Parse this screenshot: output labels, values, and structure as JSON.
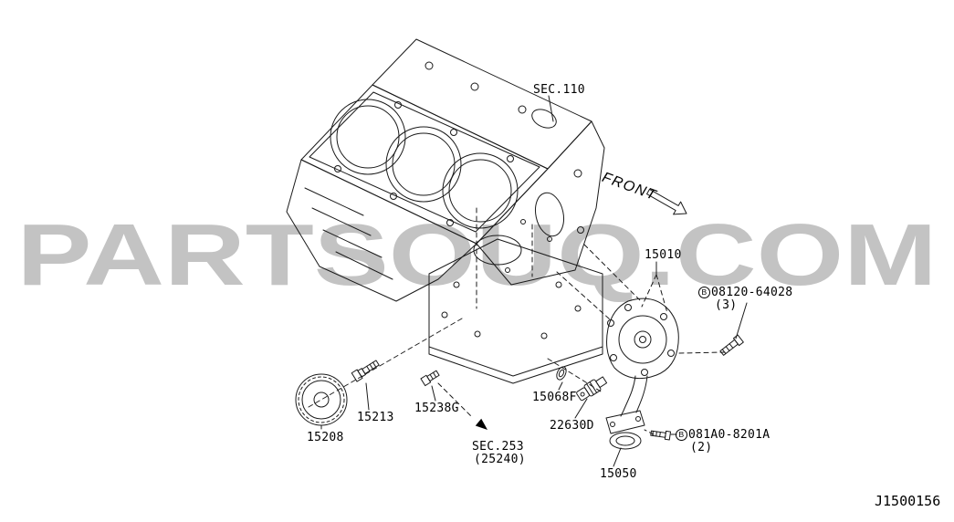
{
  "watermark": "PARTSOUQ.COM",
  "drawing_code": "J1500156",
  "front_label": "FRONT",
  "callouts": [
    {
      "id": "sec-110",
      "label": "SEC.110"
    },
    {
      "id": "15010",
      "label": "15010"
    },
    {
      "id": "08120-64028",
      "prefix": "B",
      "label": "08120-64028",
      "sub": "(3)"
    },
    {
      "id": "15213",
      "label": "15213"
    },
    {
      "id": "15238G",
      "label": "15238G"
    },
    {
      "id": "15068F",
      "label": "15068F"
    },
    {
      "id": "22630D",
      "label": "22630D"
    },
    {
      "id": "sec-253",
      "label": "SEC.253",
      "sub": "(25240)"
    },
    {
      "id": "15208",
      "label": "15208"
    },
    {
      "id": "15050",
      "label": "15050"
    },
    {
      "id": "081A0-8201A",
      "prefix": "B",
      "label": "081A0-8201A",
      "sub": "(2)"
    }
  ]
}
